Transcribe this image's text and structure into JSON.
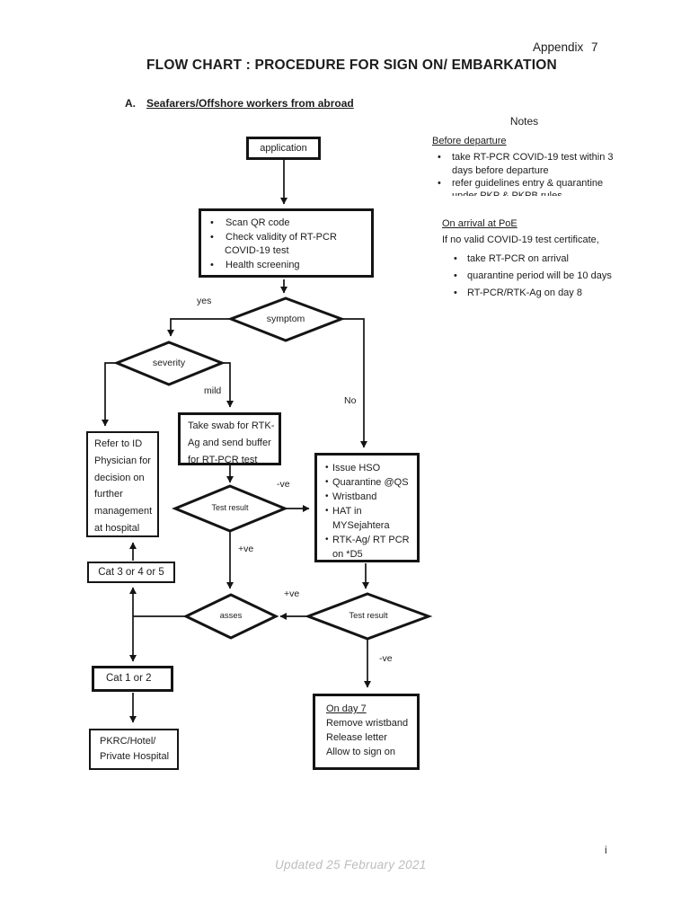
{
  "page": {
    "appendix": "Appendix 7",
    "title": "FLOW CHART : PROCEDURE FOR SIGN ON/ EMBARKATION",
    "section_label": "A.",
    "section_heading": "Seafarers/Offshore workers from abroad",
    "footer_note": "Updated 25 February 2021",
    "page_number": "i"
  },
  "notes": {
    "title": "Notes",
    "before_departure": {
      "heading": "Before departure",
      "bullet1_line1": "take RT-PCR COVID-19 test within 3",
      "bullet1_line2": "days before departure",
      "bullet2": "refer guidelines entry & quarantine",
      "clipped_line": "under PKP & PKPB rules"
    },
    "on_arrival": {
      "heading": "On arrival at PoE",
      "intro": "If no valid COVID-19 test certificate,",
      "bullets": {
        "b1": "take RT-PCR on arrival",
        "b2": "quarantine period will be 10 days",
        "b3": "RT-PCR/RTK-Ag on day 8"
      }
    }
  },
  "flow": {
    "application": "application",
    "screening": {
      "b1": "Scan QR code",
      "b2a": "Check validity of RT-PCR",
      "b2b": "COVID-19 test",
      "b3": "Health screening"
    },
    "symptom": "symptom",
    "severity": "severity",
    "test1": "Test result",
    "test2": "Test result",
    "assess": "asses",
    "labels": {
      "yes": "yes",
      "mild": "mild",
      "no": "No",
      "neg1": "-ve",
      "pos1": "+ve",
      "pos2": "+ve",
      "neg2": "-ve"
    },
    "refer": {
      "l1": "Refer to ID",
      "l2": "Physician for",
      "l3": "decision on",
      "l4": "further",
      "l5": "management",
      "l6": "at hospital"
    },
    "swab": {
      "l1": "Take swab for RTK-",
      "l2": "Ag and send buffer",
      "l3": "for RT-PCR test"
    },
    "hso": {
      "b1": "Issue HSO",
      "b2": "Quarantine @QS",
      "b3": "Wristband",
      "b4a": "HAT in",
      "b4b": "MYSejahtera",
      "b5a": "RTK-Ag/ RT PCR",
      "b5b": "on *D5"
    },
    "cat345": "Cat 3 or 4 or 5",
    "cat12": "Cat 1 or 2",
    "pkrc": {
      "l1": "PKRC/Hotel/",
      "l2": "Private Hospital"
    },
    "day7": {
      "heading": "On day 7",
      "l2": "Remove wristband",
      "l3": "Release letter",
      "l4": "Allow to sign on"
    }
  }
}
